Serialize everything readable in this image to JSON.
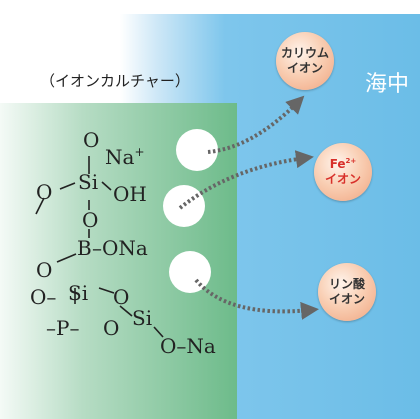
{
  "caption": "（イオンカルチャー）",
  "sea_label": "海中",
  "ions": [
    {
      "line1": "カリウム",
      "line2": "イオン"
    },
    {
      "main": "Fe",
      "sup": "2+",
      "line2": "イオン"
    },
    {
      "line1": "リン酸",
      "line2": "イオン"
    }
  ],
  "atoms": {
    "o_top": "O",
    "na_plus_1": "Na",
    "na_plus_2": "+",
    "o_left": "O",
    "si_1": "Si",
    "oh": "OH",
    "o_mid": "O",
    "b": "B",
    "ona": "–ONa",
    "o_b_left": "O",
    "o_si2_left": "O–",
    "si_2": "Si",
    "o_si2_right": "O",
    "p": "–P–",
    "o_p_right": "O",
    "si_3": "Si",
    "o_na_bottom": "O–Na"
  },
  "colors": {
    "sea_blue": "#6bbde7",
    "pore_green": "#6dbb8a",
    "ion_red": "#d8302a",
    "arrow": "#666666"
  }
}
